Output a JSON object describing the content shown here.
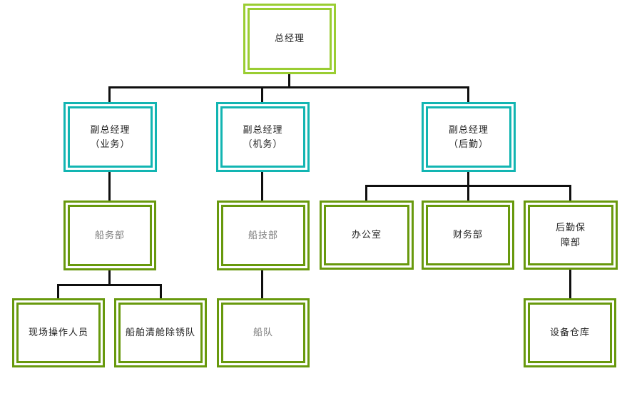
{
  "diagram": {
    "type": "org-chart",
    "background": "#ffffff",
    "colors": {
      "root_border": "#9acd32",
      "vp_border": "#12b5b2",
      "dept_border": "#68990d",
      "connector": "#0f0f0f",
      "text_dark": "#1f1f1f",
      "text_gray": "#7d7d7d"
    },
    "nodes": {
      "general_manager": {
        "label": "总经理"
      },
      "vp_business": {
        "label": "副总经理\n（业务）"
      },
      "vp_machinery": {
        "label": "副总经理\n（机务）"
      },
      "vp_logistics": {
        "label": "副总经理\n（后勤）"
      },
      "shipping_dept": {
        "label": "船务部"
      },
      "ship_tech_dept": {
        "label": "船技部"
      },
      "office": {
        "label": "办公室"
      },
      "finance_dept": {
        "label": "财务部"
      },
      "logistics_support_dept": {
        "label": "后勤保\n障部"
      },
      "field_operators": {
        "label": "现场操作人员"
      },
      "tank_cleaning_rust_removal_team": {
        "label": "船舶清舱除锈队"
      },
      "fleet": {
        "label": "船队"
      },
      "equipment_warehouse": {
        "label": "设备仓库"
      }
    },
    "hierarchy": [
      {
        "parent": "总经理",
        "children": [
          "副总经理（业务）",
          "副总经理（机务）",
          "副总经理（后勤）"
        ]
      },
      {
        "parent": "副总经理（业务）",
        "children": [
          "船务部"
        ]
      },
      {
        "parent": "船务部",
        "children": [
          "现场操作人员",
          "船舶清舱除锈队"
        ]
      },
      {
        "parent": "副总经理（机务）",
        "children": [
          "船技部"
        ]
      },
      {
        "parent": "船技部",
        "children": [
          "船队"
        ]
      },
      {
        "parent": "副总经理（后勤）",
        "children": [
          "办公室",
          "财务部",
          "后勤保障部"
        ]
      },
      {
        "parent": "后勤保障部",
        "children": [
          "设备仓库"
        ]
      }
    ]
  }
}
